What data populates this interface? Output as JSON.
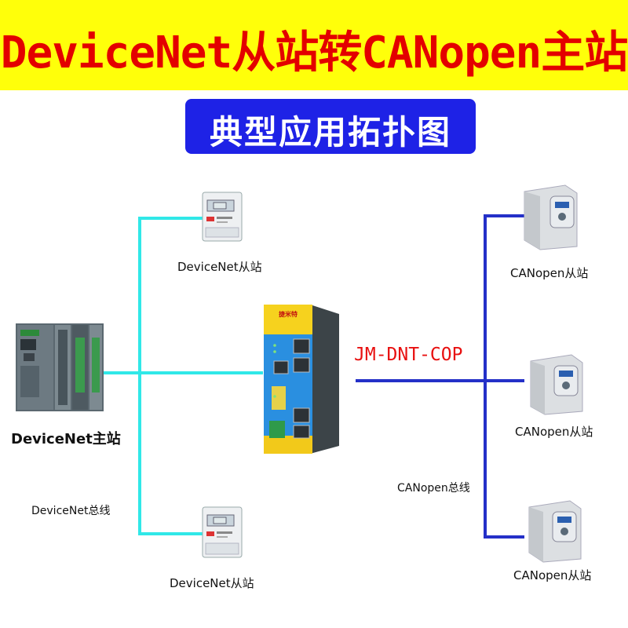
{
  "header": {
    "title": "DeviceNet从站转CANopen主站"
  },
  "subtitle": "典型应用拓扑图",
  "labels": {
    "devicenet_slave_top": "DeviceNet从站",
    "devicenet_slave_bottom": "DeviceNet从站",
    "devicenet_master": "DeviceNet主站",
    "devicenet_bus": "DeviceNet总线",
    "canopen_slave_1": "CANopen从站",
    "canopen_slave_2": "CANopen从站",
    "canopen_slave_3": "CANopen从站",
    "canopen_bus": "CANopen总线",
    "gateway_model": "JM-DNT-COP",
    "gateway_brand": "捷米特"
  },
  "colors": {
    "header_bg": "#ffff0a",
    "title_text": "#e30000",
    "subtitle_bg": "#1e22e6",
    "devicenet_line": "#30e8e8",
    "canopen_line": "#2430c8"
  }
}
